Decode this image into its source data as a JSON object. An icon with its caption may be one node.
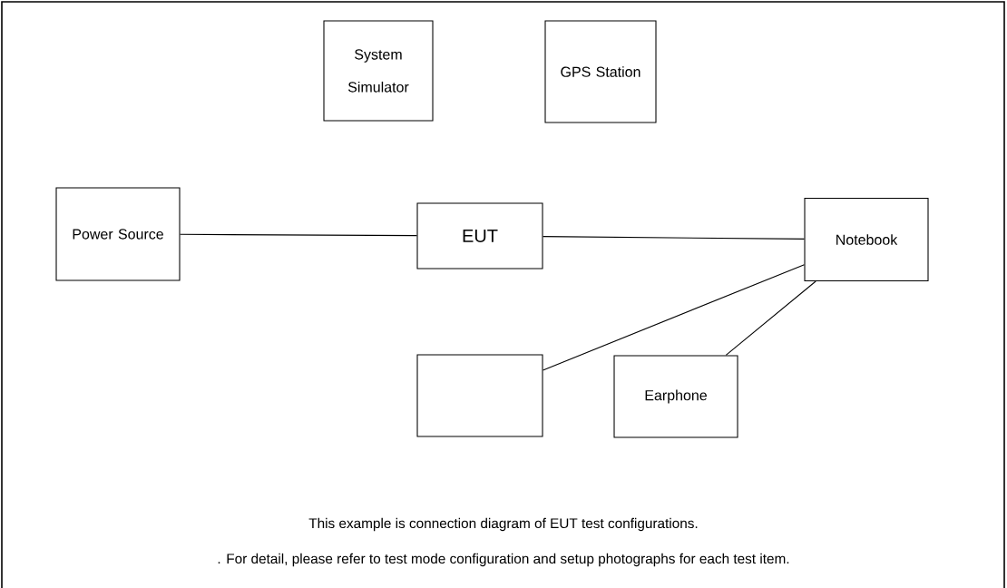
{
  "diagram": {
    "nodes": [
      {
        "text": [
          "System Simulator"
        ]
      },
      {
        "text": [
          "GPS Station"
        ]
      },
      {
        "text": [
          "Power Source"
        ]
      },
      {
        "text": [
          "EUT"
        ]
      },
      {
        "text": [
          "Notebook"
        ]
      },
      {
        "text": [],
        "shape": "box"
      },
      {
        "text": [
          "Earphone"
        ]
      }
    ],
    "edges": [
      {
        "from": 2,
        "to": 3,
        "arrow": "none"
      },
      {
        "from": 3,
        "to": 4,
        "arrow": "none"
      },
      {
        "from": 4,
        "to": 5,
        "arrow": "none"
      },
      {
        "from": 4,
        "to": 6,
        "arrow": "none"
      }
    ],
    "labels": [
      "This example is connection diagram of EUT test configurations.",
      ". For detail, please refer to test mode configuration and setup photographs for each test item."
    ]
  }
}
